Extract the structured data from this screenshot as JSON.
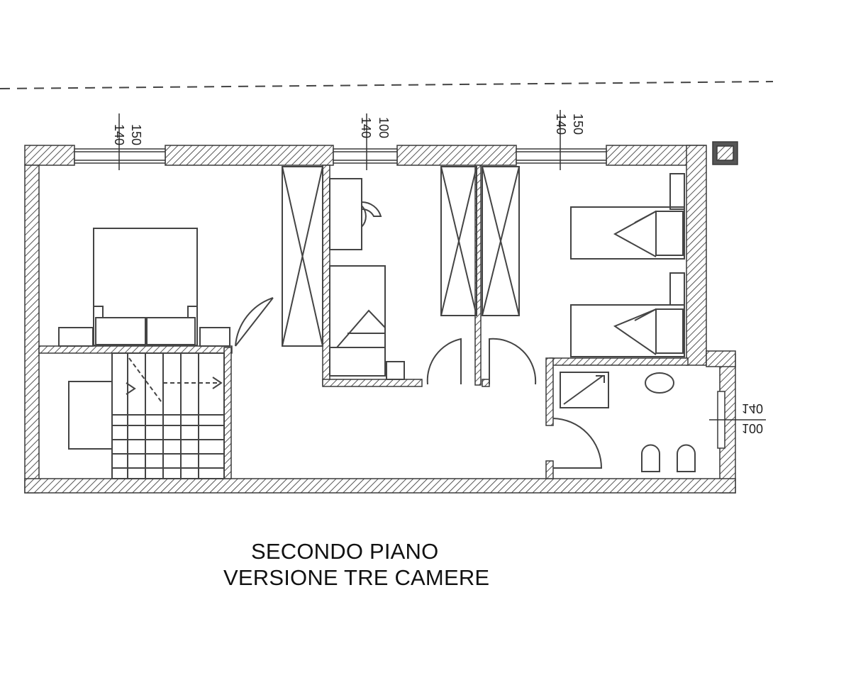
{
  "title": {
    "line1": "SECONDO PIANO",
    "line2": "VERSIONE TRE CAMERE"
  },
  "window_dimensions": [
    {
      "id": "window-bedroom-left",
      "label_width": "150",
      "label_height": "140"
    },
    {
      "id": "window-bedroom-middle",
      "label_width": "100",
      "label_height": "140"
    },
    {
      "id": "window-bedroom-right",
      "label_width": "150",
      "label_height": "140"
    },
    {
      "id": "window-bathroom",
      "label_width": "100",
      "label_height": "140"
    }
  ],
  "colors": {
    "wall_line": "#3a3a3a",
    "hatch": "#555555",
    "furniture": "#444444",
    "background": "#ffffff"
  }
}
